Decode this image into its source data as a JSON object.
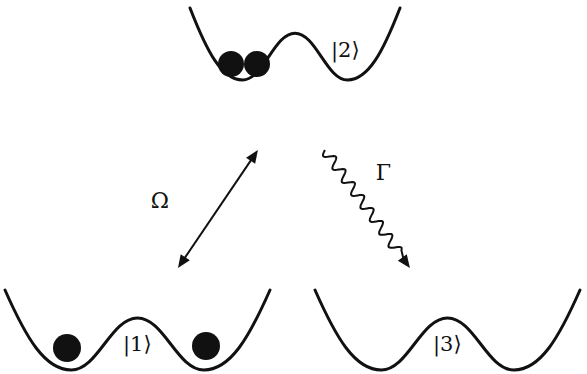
{
  "diagram": {
    "nodes": [
      {
        "text": [
          "|2⟩"
        ]
      },
      {
        "text": [
          "|1⟩"
        ]
      },
      {
        "text": [
          "|3⟩"
        ]
      }
    ],
    "edges": [
      {
        "from": 1,
        "to": 0,
        "arrow": "both",
        "label": "Ω"
      },
      {
        "from": 0,
        "to": 2,
        "arrow": "to",
        "label": "Γ"
      }
    ]
  }
}
